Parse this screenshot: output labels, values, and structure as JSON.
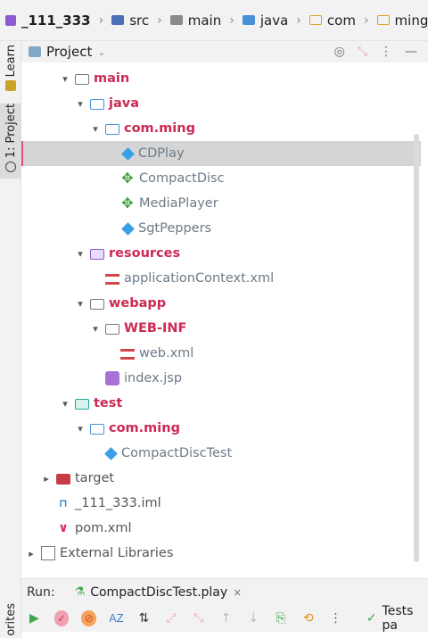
{
  "breadcrumb": [
    {
      "label": "_111_333",
      "icon": "module-icon"
    },
    {
      "label": "src",
      "icon": "source-folder-icon"
    },
    {
      "label": "main",
      "icon": "folder-icon"
    },
    {
      "label": "java",
      "icon": "java-folder-icon"
    },
    {
      "label": "com",
      "icon": "package-icon"
    },
    {
      "label": "ming",
      "icon": "package-icon"
    }
  ],
  "left_strip": {
    "learn": "Learn",
    "project": "1: Project",
    "favorites": "orites"
  },
  "project_panel": {
    "title": "Project"
  },
  "tree": [
    {
      "label": "main",
      "depth": 2,
      "expanded": true
    },
    {
      "label": "java",
      "depth": 3,
      "expanded": true
    },
    {
      "label": "com.ming",
      "depth": 4,
      "expanded": true
    },
    {
      "label": "CDPlay",
      "depth": 5,
      "selected": true
    },
    {
      "label": "CompactDisc",
      "depth": 5
    },
    {
      "label": "MediaPlayer",
      "depth": 5
    },
    {
      "label": "SgtPeppers",
      "depth": 5
    },
    {
      "label": "resources",
      "depth": 3,
      "expanded": true
    },
    {
      "label": "applicationContext.xml",
      "depth": 4
    },
    {
      "label": "webapp",
      "depth": 3,
      "expanded": true
    },
    {
      "label": "WEB-INF",
      "depth": 4,
      "expanded": true
    },
    {
      "label": "web.xml",
      "depth": 5
    },
    {
      "label": "index.jsp",
      "depth": 4
    },
    {
      "label": "test",
      "depth": 2,
      "expanded": true
    },
    {
      "label": "com.ming",
      "depth": 3,
      "expanded": true
    },
    {
      "label": "CompactDiscTest",
      "depth": 4
    },
    {
      "label": "target",
      "depth": 1,
      "expanded": false
    },
    {
      "label": "_111_333.iml",
      "depth": 1
    },
    {
      "label": "pom.xml",
      "depth": 1
    },
    {
      "label": "External Libraries",
      "depth": 0,
      "expanded": false
    }
  ],
  "run_panel": {
    "label": "Run:",
    "tab_label": "CompactDiscTest.play",
    "tests_status": "Tests pa"
  },
  "colors": {
    "accent_pink": "#cc2a55",
    "selection": "#d5d5d5",
    "package_blue": "#4a90d9"
  }
}
